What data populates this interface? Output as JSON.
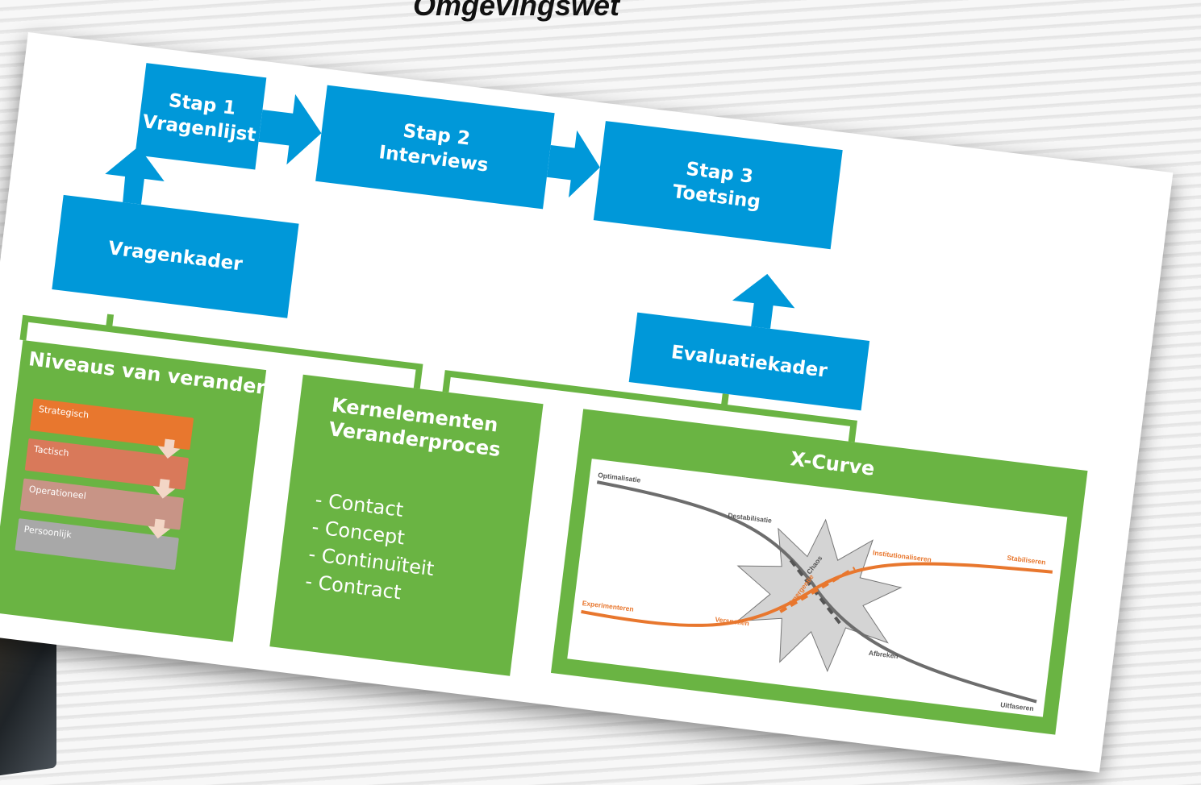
{
  "page": {
    "title": "Omgevingswet"
  },
  "steps": [
    {
      "label": "Stap 1",
      "sublabel": "Vragenlijst"
    },
    {
      "label": "Stap 2",
      "sublabel": "Interviews"
    },
    {
      "label": "Stap 3",
      "sublabel": "Toetsing"
    }
  ],
  "frameworks": {
    "question": "Vragenkader",
    "evaluation": "Evaluatiekader"
  },
  "niveaus": {
    "title": "Niveaus van verandering",
    "levels": [
      "Strategisch",
      "Tactisch",
      "Operationeel",
      "Persoonlijk"
    ],
    "colors": [
      "#e8772e",
      "#d9795a",
      "#c89486",
      "#a8a8a8"
    ]
  },
  "kernelementen": {
    "title_line1": "Kernelementen",
    "title_line2": "Veranderproces",
    "items": [
      "- Contact",
      "- Concept",
      "- Continuïteit",
      "- Contract"
    ]
  },
  "xcurve": {
    "title": "X-Curve",
    "gray_labels": [
      "Optimalisatie",
      "Destabilisatie",
      "Chaos",
      "Afbreken",
      "Uitfaseren"
    ],
    "orange_labels": [
      "Experimenteren",
      "Versnellen",
      "Emergentie",
      "Institutionaliseren",
      "Stabiliseren"
    ],
    "colors": {
      "gray": "#6d6d6d",
      "orange": "#e8772e",
      "burst": "#d4d4d4"
    }
  },
  "colors": {
    "blue": "#0098d9",
    "green": "#6ab443",
    "sheet": "#ffffff"
  }
}
